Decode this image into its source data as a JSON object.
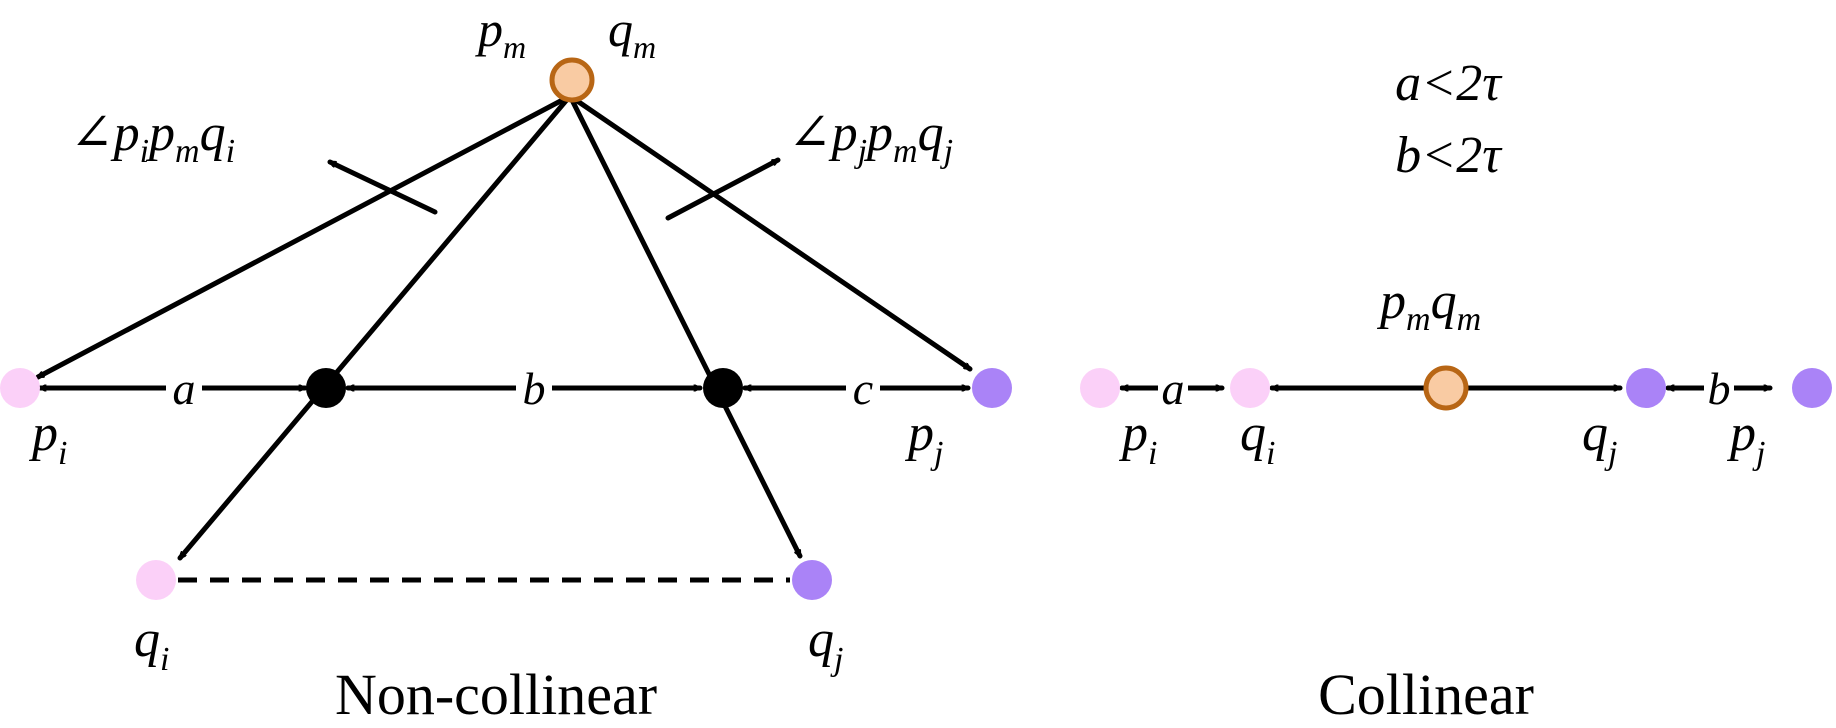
{
  "colors": {
    "light_pink": "#fbd0f8",
    "purple": "#aa83f7",
    "orange_fill": "#f9cba3",
    "orange_stroke": "#b86615",
    "black": "#000000"
  },
  "noncollinear": {
    "caption": "Non-collinear",
    "pm": "p",
    "pm_sub": "m",
    "qm": "q",
    "qm_sub": "m",
    "pi": "p",
    "pi_sub": "i",
    "pj": "p",
    "pj_sub": "j",
    "qi": "q",
    "qi_sub": "i",
    "qj": "q",
    "qj_sub": "j",
    "label_a": "a",
    "label_b": "b",
    "label_c": "c",
    "angle_left": {
      "sym": "∠",
      "p1": "p",
      "s1": "i",
      "p2": "p",
      "s2": "m",
      "p3": "q",
      "s3": "i"
    },
    "angle_right": {
      "sym": "∠",
      "p1": "p",
      "s1": "j",
      "p2": "p",
      "s2": "m",
      "p3": "q",
      "s3": "j"
    }
  },
  "collinear": {
    "caption": "Collinear",
    "cond1": "a<2τ",
    "cond2": "b<2τ",
    "pm": "p",
    "pm_sub": "m",
    "qm": "q",
    "qm_sub": "m",
    "pi": "p",
    "pi_sub": "i",
    "qi": "q",
    "qi_sub": "i",
    "qj": "q",
    "qj_sub": "j",
    "pj": "p",
    "pj_sub": "j",
    "label_a": "a",
    "label_b": "b"
  }
}
